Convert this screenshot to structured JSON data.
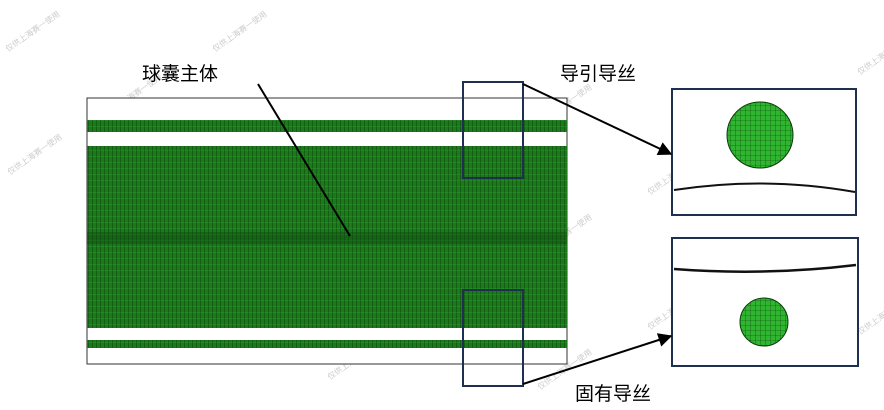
{
  "labels": {
    "balloon_body": "球囊主体",
    "guide_wire": "导引导丝",
    "fixed_wire": "固有导丝"
  },
  "watermark": "仅供上海赛一使用",
  "colors": {
    "mesh_green": "#1f8a1f",
    "mesh_dark": "#0b3d0b",
    "frame_navy": "#1f2f4f"
  }
}
